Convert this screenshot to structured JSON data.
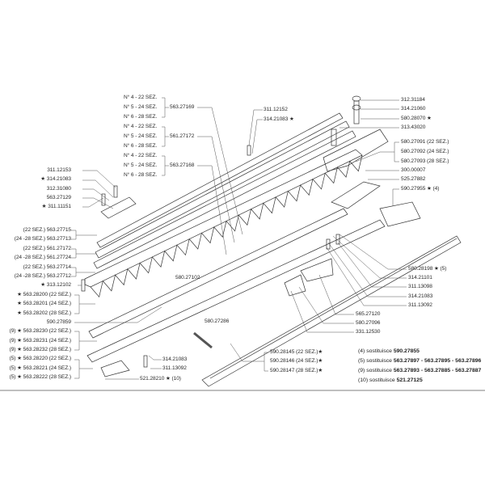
{
  "top_groups": {
    "g1": {
      "rows": [
        "N° 4 - 22 SEZ.",
        "N° 5 - 24 SEZ.",
        "N° 6 - 28 SEZ."
      ],
      "code": "563.27169"
    },
    "g2": {
      "rows": [
        "N° 4 - 22 SEZ.",
        "N° 5 - 24 SEZ.",
        "N° 6 - 28 SEZ."
      ],
      "code": "561.27172"
    },
    "g3": {
      "rows": [
        "N° 4 - 22 SEZ.",
        "N° 5 - 24 SEZ.",
        "N° 6 - 28 SEZ."
      ],
      "code": "563.27168"
    }
  },
  "top_center": [
    "311.12152",
    "314.21083 ★"
  ],
  "left_labels": [
    "311.12153",
    "★ 314.21083",
    "312.31080",
    "563.27129",
    "★ 311.11151",
    "(22 SEZ.) 563.27715",
    "(24 -28 SEZ.) 563.27713",
    "(22 SEZ.) 561.27172",
    "(24 -28 SEZ.) 561.27724",
    "(22 SEZ.) 563.27714",
    "(24 -28 SEZ.) 563.27712",
    "★ 313.12102",
    "★ 563.28200 (22 SEZ.)",
    "★ 563.28201 (24 SEZ.)",
    "★ 563.28202 (28 SEZ.)",
    "590.27859",
    "(9) ★ 563.28230 (22 SEZ.)",
    "(9) ★ 563.28231 (24 SEZ.)",
    "(9) ★ 563.28232 (28 SEZ.)",
    "(5) ★ 563.28220 (22 SEZ.)",
    "(5) ★ 563.28221 (24 SEZ.)",
    "(5) ★ 563.28222 (28 SEZ.)"
  ],
  "center_labels": [
    "580.27102",
    "580.27286",
    "314.21083",
    "311.13092",
    "521.28210 ★ (10)"
  ],
  "right_labels": [
    "312.31184",
    "314.21060",
    "580.28070 ★",
    "313.43020",
    "580.27091 (22 SEZ.)",
    "580.27092 (24 SEZ.)",
    "580.27093 (28 SEZ.)",
    "300.00007",
    "525.27882",
    "590.27955 ★ (4)"
  ],
  "lower_right_labels": [
    "580.28198 ★ (5)",
    "314.21101",
    "311.13098",
    "314.21083",
    "311.13092",
    "565.27120",
    "580.27096",
    "331.12530"
  ],
  "blade_labels": [
    "590.28145 (22 SEZ.)★",
    "590.28146 (24 SEZ.)★",
    "590.28147 (28 SEZ.)★"
  ],
  "notes": [
    {
      "prefix": "(4) sostituisce",
      "codes": "590.27855"
    },
    {
      "prefix": "(5) sostituisce",
      "codes": "563.27897 - 563.27895 - 563.27896"
    },
    {
      "prefix": "(9) sostituisce",
      "codes": "563.27893 - 563.27885 - 563.27887"
    },
    {
      "prefix": "(10) sostituisce",
      "codes": "521.27125"
    }
  ]
}
